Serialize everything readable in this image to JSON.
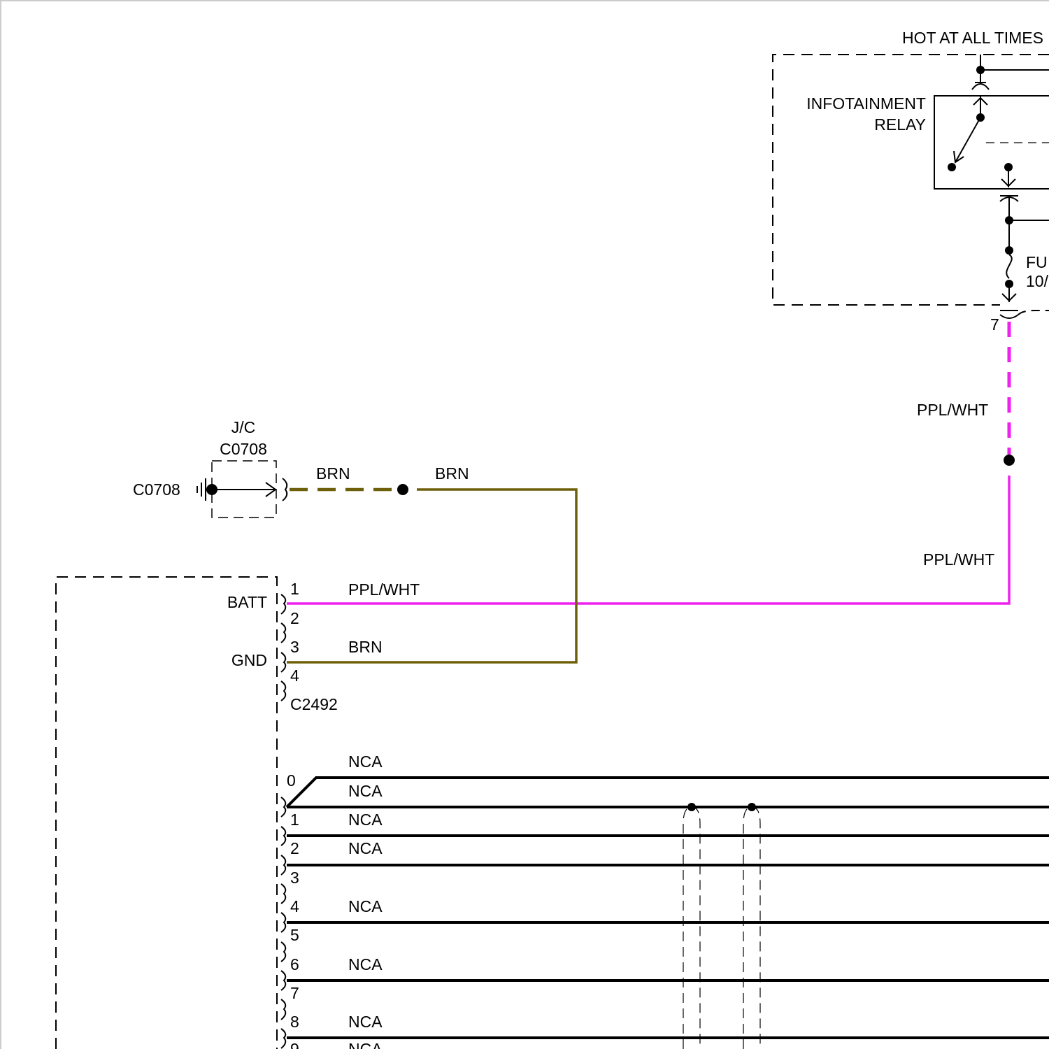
{
  "diagram": {
    "power_label": "HOT AT ALL TIMES",
    "relay": {
      "label_line1": "INFOTAINMENT",
      "label_line2": "RELAY"
    },
    "fuse": {
      "label_line1": "FU",
      "label_line2": "10/"
    },
    "fuse_box_pin": "7",
    "jc": {
      "label_line1": "J/C",
      "label_line2": "C0708",
      "ground_label": "C0708"
    },
    "wires": {
      "ppl_wht_label": "PPL/WHT",
      "brn_label": "BRN"
    },
    "wire_colors": {
      "ppl_wht": "#ee22ee",
      "brn": "#6e5f0a",
      "bus": "#000000"
    },
    "connector_c2492": {
      "name": "C2492",
      "pins": [
        "1",
        "2",
        "3",
        "4"
      ],
      "batt_label": "BATT",
      "gnd_label": "GND",
      "pin1_wire": "PPL/WHT",
      "pin3_wire": "BRN"
    },
    "bus_connector": {
      "pins": [
        "0",
        "1",
        "2",
        "3",
        "4",
        "5",
        "6",
        "7",
        "8",
        "9"
      ],
      "nca_label": "NCA"
    }
  }
}
